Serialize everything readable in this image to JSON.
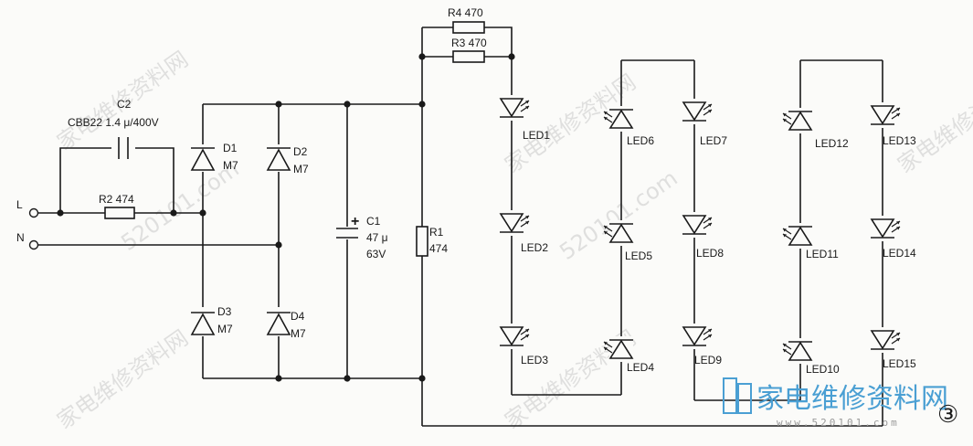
{
  "diagram": {
    "labels": {
      "L": "L",
      "N": "N",
      "c2_name": "C2",
      "c2_value": "CBB22 1.4 μ/400V",
      "r2": "R2 474",
      "d1_name": "D1",
      "d1_type": "M7",
      "d2_name": "D2",
      "d2_type": "M7",
      "d3_name": "D3",
      "d3_type": "M7",
      "d4_name": "D4",
      "d4_type": "M7",
      "c1_plus": "+",
      "c1_name": "C1",
      "c1_cap": "47 μ",
      "c1_volt": "63V",
      "r1_name": "R1",
      "r1_value": "474",
      "r4": "R4 470",
      "r3": "R3 470",
      "led1": "LED1",
      "led2": "LED2",
      "led3": "LED3",
      "led4": "LED4",
      "led5": "LED5",
      "led6": "LED6",
      "led7": "LED7",
      "led8": "LED8",
      "led9": "LED9",
      "led10": "LED10",
      "led11": "LED11",
      "led12": "LED12",
      "led13": "LED13",
      "led14": "LED14",
      "led15": "LED15",
      "figure_number": "③"
    },
    "watermark": {
      "text_cn": "家电维修资料网",
      "text_url": "520101.com",
      "logo_cn": "家电维修资料网",
      "logo_url": "www.520101.com",
      "color": "#4a9fd3"
    }
  }
}
